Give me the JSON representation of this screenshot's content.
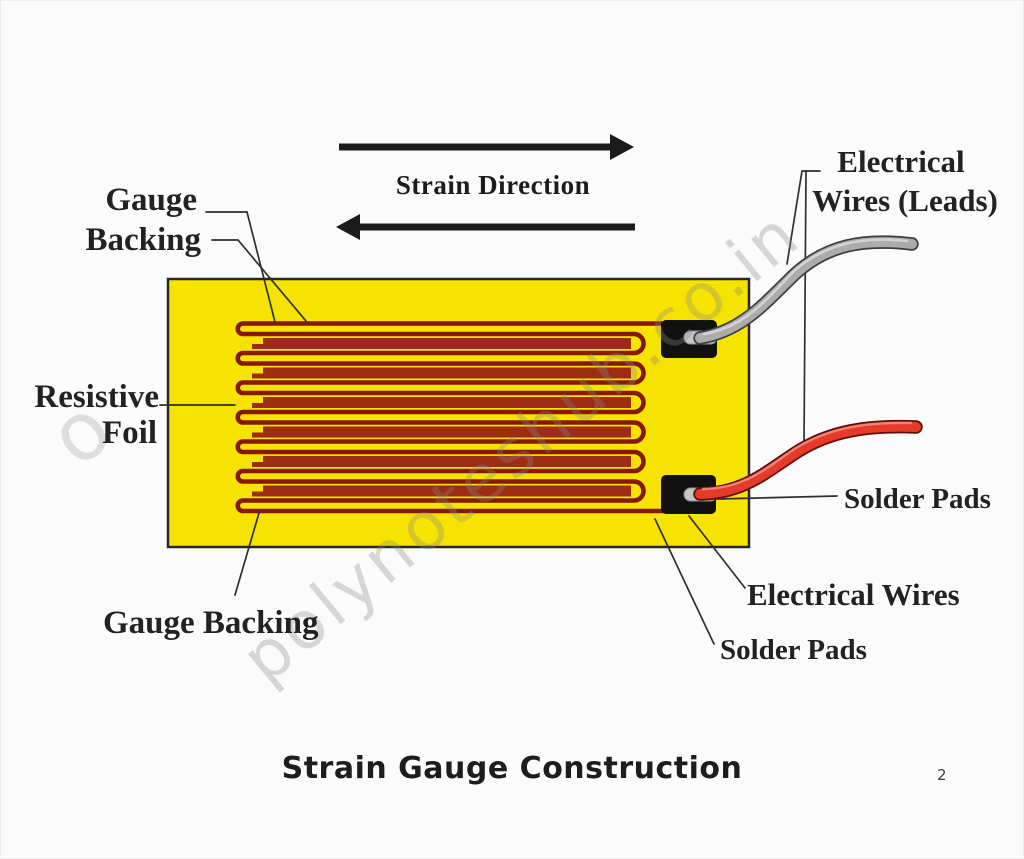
{
  "page": {
    "title": "Strain Gauge Construction",
    "page_number": "2",
    "background": "#fbfbfb"
  },
  "watermark": {
    "text": "polynoteshub.co.in",
    "fragment": "o"
  },
  "diagram": {
    "strain_direction": "Strain Direction",
    "labels": {
      "gauge": "Gauge",
      "backing": "Backing",
      "resistive": "Resistive",
      "foil": "Foil",
      "gauge_backing": "Gauge Backing",
      "electrical": "Electrical",
      "wires_leads": "Wires (Leads)",
      "solder_pads_right": "Solder Pads",
      "electrical_wires": "Electrical Wires",
      "solder_pads_bottom": "Solder Pads"
    },
    "colors": {
      "backing_yellow": "#F6E400",
      "backing_border": "#262626",
      "foil_red": "#871808",
      "foil_bar_red": "#9E2B13",
      "pad_black": "#111111",
      "wire_gray": "#ACACAC",
      "wire_red": "#E63A2B",
      "arrow_black": "#1B1B1B"
    }
  }
}
